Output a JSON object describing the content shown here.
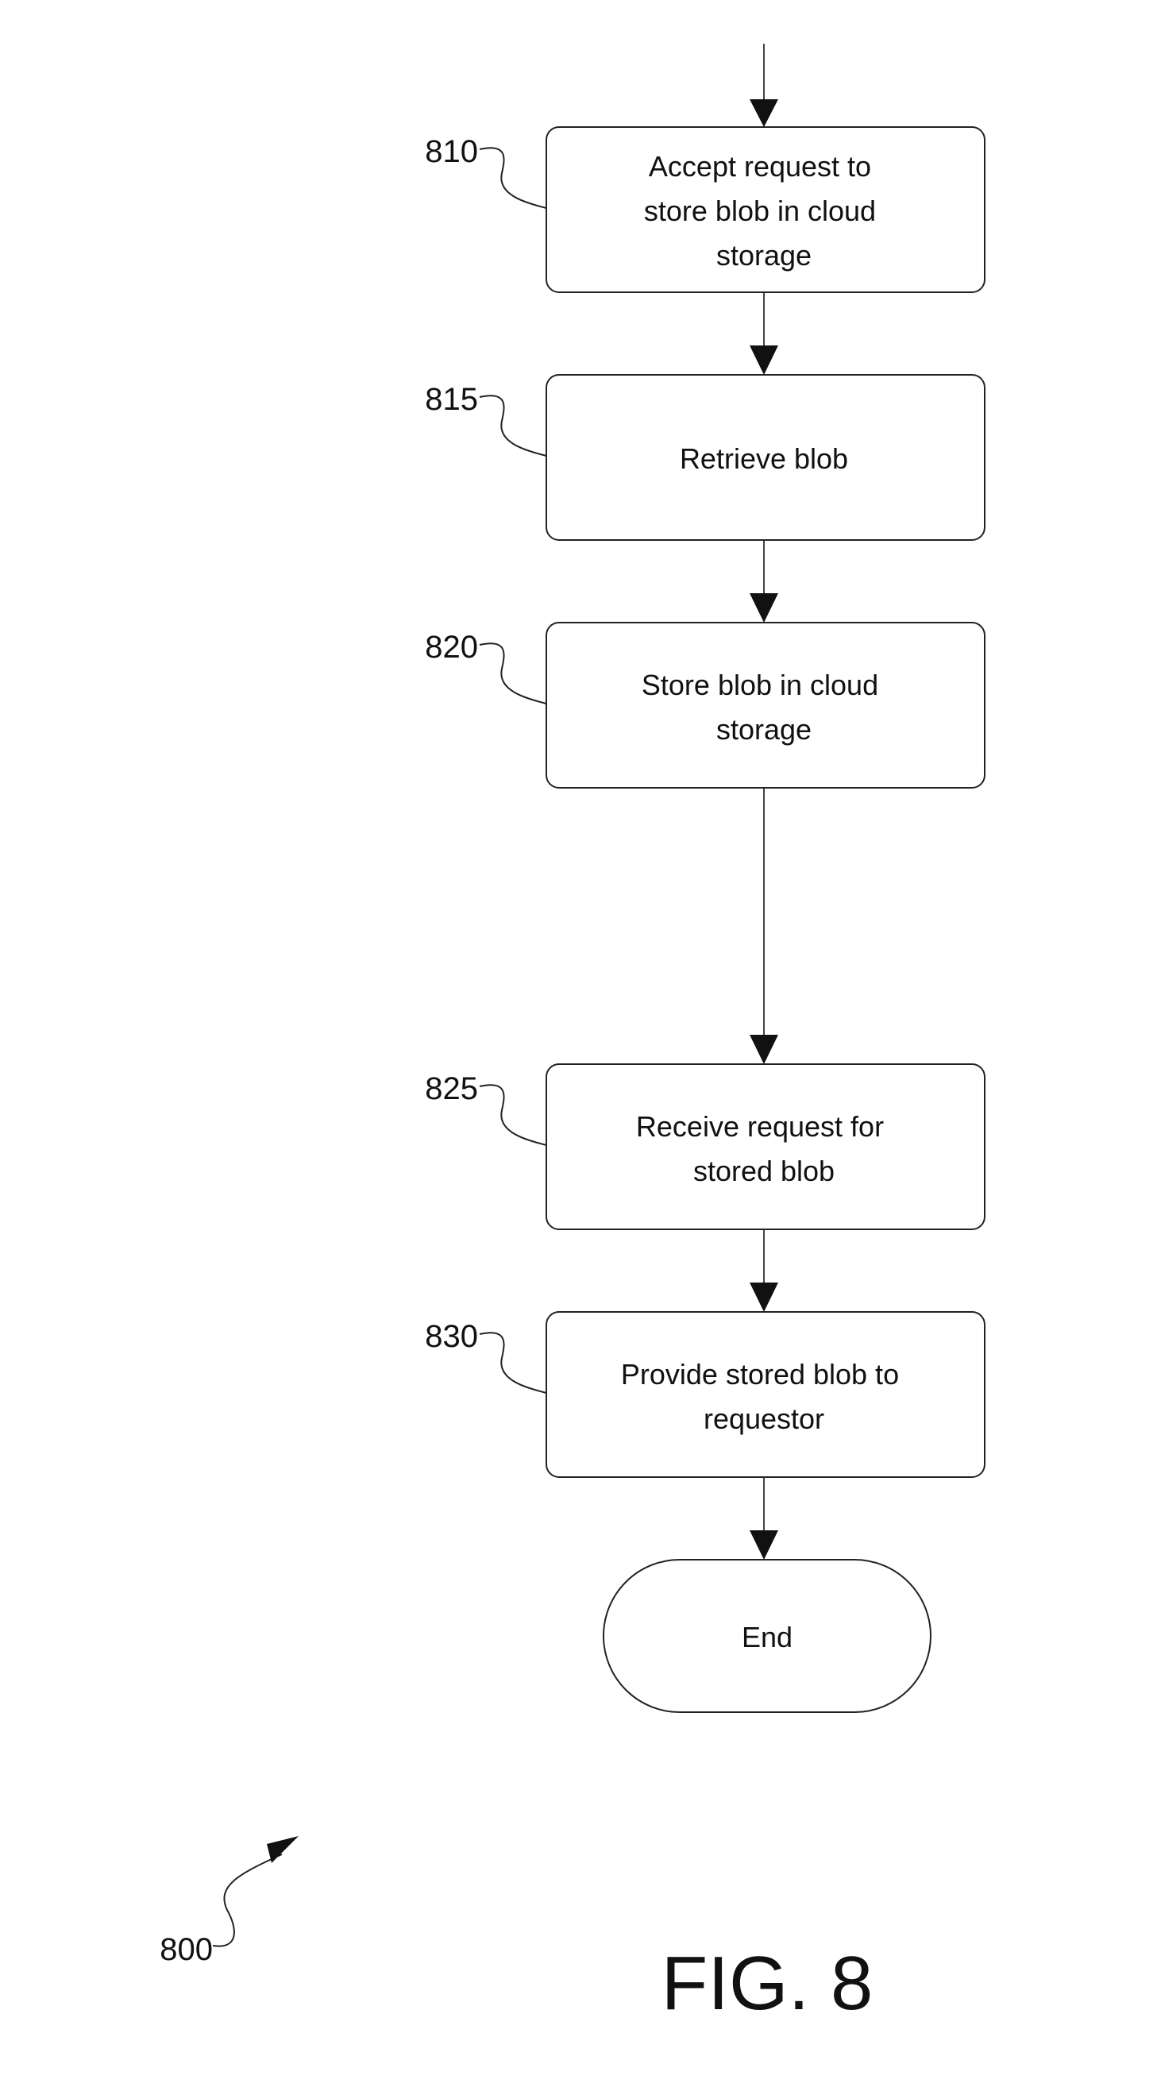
{
  "figure_label": "FIG. 8",
  "diagram_number": "800",
  "steps": [
    {
      "ref": "810",
      "lines": [
        "Accept request to",
        "store blob in cloud",
        "storage"
      ]
    },
    {
      "ref": "815",
      "lines": [
        "Retrieve blob"
      ]
    },
    {
      "ref": "820",
      "lines": [
        "Store blob in cloud",
        "storage"
      ]
    },
    {
      "ref": "825",
      "lines": [
        "Receive request for",
        "stored blob"
      ]
    },
    {
      "ref": "830",
      "lines": [
        "Provide stored blob to",
        "requestor"
      ]
    }
  ],
  "terminal": {
    "label": "End"
  }
}
